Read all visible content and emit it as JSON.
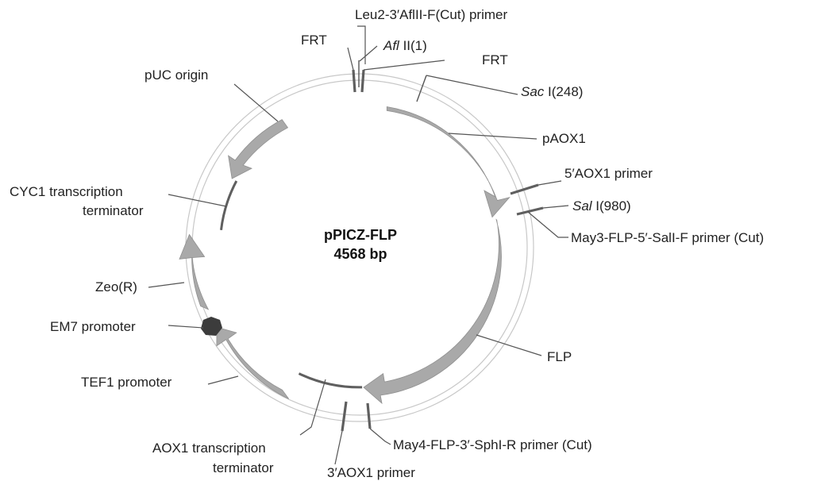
{
  "plasmid": {
    "name": "pPICZ-FLP",
    "size": "4568 bp"
  },
  "labels": {
    "leu2_primer": "Leu2-3′AflII-F(Cut) primer",
    "afl_italic": "Afl",
    "afl_rest": " II(1)",
    "frt_left": "FRT",
    "frt_right": "FRT",
    "sac_italic": "Sac",
    "sac_rest": " I(248)",
    "puc_origin": "pUC  origin",
    "paox1": "pAOX1",
    "aox1_5_primer": "5′AOX1 primer",
    "sal_italic": "Sal",
    "sal_rest": " I(980)",
    "may3_primer": "May3-FLP-5′-SalI-F primer (Cut)",
    "cyc1_line1": "CYC1 transcription",
    "cyc1_line2": "terminator",
    "zeo": "Zeo(R)",
    "em7": "EM7 promoter",
    "flp": "FLP",
    "tef1": "TEF1 promoter",
    "aox1_term_line1": "AOX1 transcription",
    "aox1_term_line2": "terminator",
    "may4_primer": "May4-FLP-3′-SphI-R primer (Cut)",
    "aox1_3_primer": "3′AOX1 primer"
  }
}
